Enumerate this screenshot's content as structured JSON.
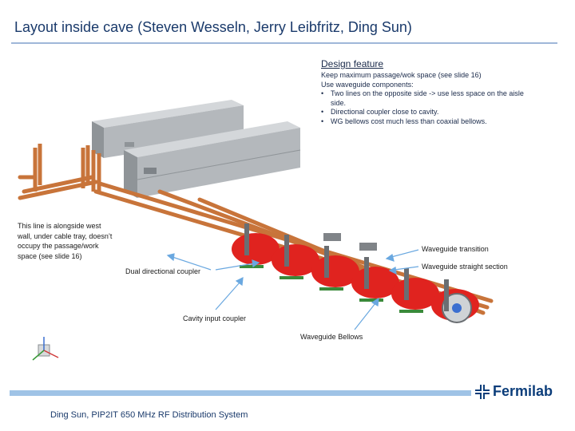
{
  "slide": {
    "title": "Layout inside cave (Steven Wesseln, Jerry Leibfritz, Ding Sun)",
    "footer": "Ding Sun, PIP2IT 650 MHz RF Distribution System",
    "logo_text": "Fermilab"
  },
  "design": {
    "heading": "Design feature",
    "intro": "Keep maximum passage/wok space (see slide 16)",
    "use_line": "Use waveguide components:",
    "bullets": [
      "Two lines on the opposite side -> use less space on the aisle side.",
      "Directional coupler close to cavity.",
      "WG bellows cost much less than coaxial bellows."
    ]
  },
  "callouts": {
    "west_line": "This line is alongside west wall, under cable tray, doesn’t occupy the passage/work space (see slide 16)",
    "dual_coupler": "Dual directional coupler",
    "transition": "Waveguide transition",
    "straight": "Waveguide straight section",
    "cavity_input": "Cavity input coupler",
    "bellows": "Waveguide Bellows"
  },
  "colors": {
    "title": "#1a3a6b",
    "waveguide": "#c8743a",
    "cavity": "#e0231f",
    "cabinet": "#b4b8bc",
    "rule": "#9fc3e6",
    "logo": "#0b3d7a"
  },
  "icons": {
    "logo": "fermilab-logo-icon",
    "axis": "axis-triad-icon"
  }
}
